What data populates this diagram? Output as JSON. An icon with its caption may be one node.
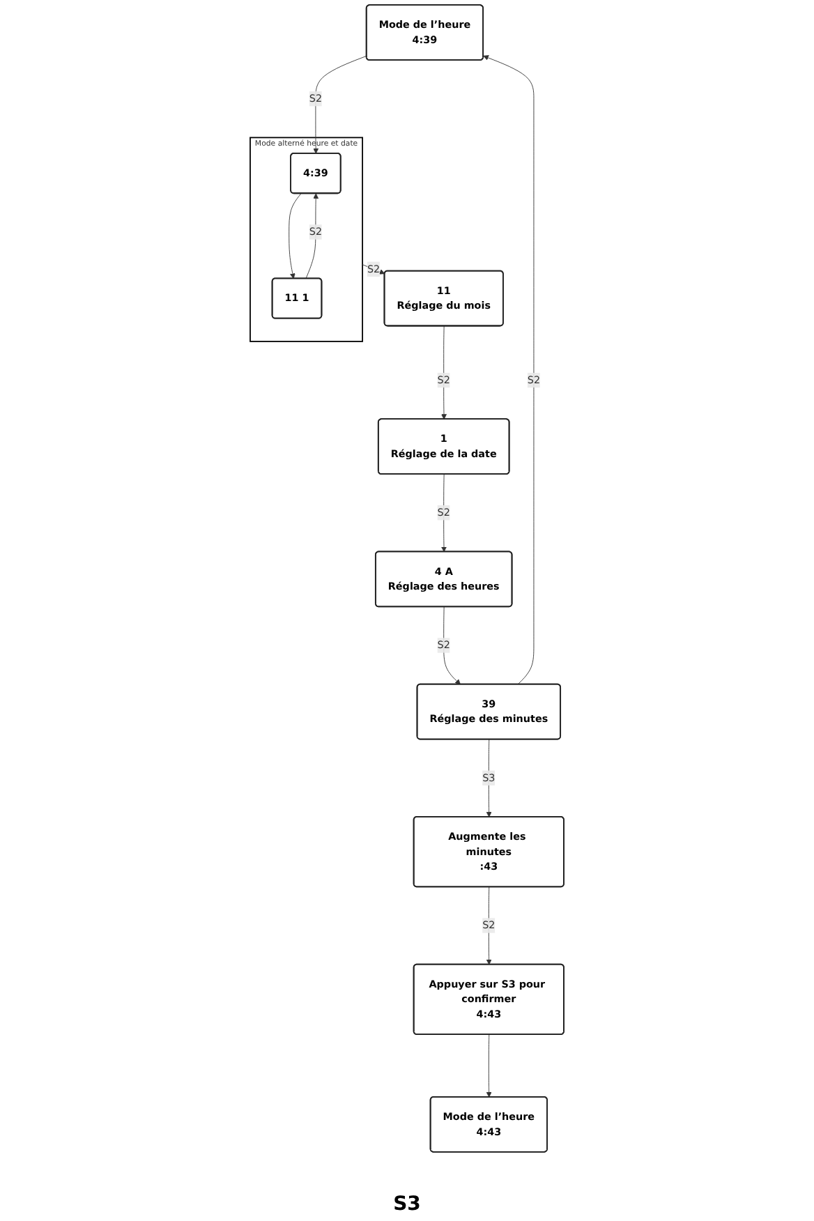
{
  "diagram": {
    "nodes": [
      {
        "text": [
          "Mode de l’heure",
          "4:39"
        ]
      },
      {
        "text": [
          "Mode alterné heure et date"
        ]
      },
      {
        "text": [
          "4:39"
        ],
        "in": 1
      },
      {
        "text": [
          "11 1"
        ],
        "in": 1
      },
      {
        "text": [
          "11",
          "Réglage du mois"
        ]
      },
      {
        "text": [
          "1",
          "Réglage de la date"
        ]
      },
      {
        "text": [
          "4 A",
          "Réglage des heures"
        ]
      },
      {
        "text": [
          "39",
          "Réglage des minutes"
        ]
      },
      {
        "text": [
          "Augmente les minutes",
          ":43"
        ]
      },
      {
        "text": [
          "Appuyer sur S3 pour confirmer",
          "4:43"
        ]
      },
      {
        "text": [
          "Mode de l’heure",
          "4:43"
        ]
      }
    ],
    "edges": [
      {
        "from": 0,
        "to": 2,
        "arrow": "to",
        "label": "S2"
      },
      {
        "from": 2,
        "to": 3,
        "arrow": "to"
      },
      {
        "from": 3,
        "to": 2,
        "arrow": "to",
        "label": "S2"
      },
      {
        "from": 1,
        "to": 4,
        "arrow": "to",
        "label": "S2"
      },
      {
        "from": 4,
        "to": 5,
        "arrow": "to",
        "label": "S2"
      },
      {
        "from": 5,
        "to": 6,
        "arrow": "to",
        "label": "S2"
      },
      {
        "from": 6,
        "to": 7,
        "arrow": "to",
        "label": "S2"
      },
      {
        "from": 7,
        "to": 0,
        "arrow": "to",
        "label": "S2"
      },
      {
        "from": 7,
        "to": 8,
        "arrow": "to",
        "label": "S3"
      },
      {
        "from": 8,
        "to": 9,
        "arrow": "to",
        "label": "S2"
      },
      {
        "from": 9,
        "to": 10,
        "arrow": "to"
      }
    ],
    "labels": [
      "S3"
    ]
  }
}
